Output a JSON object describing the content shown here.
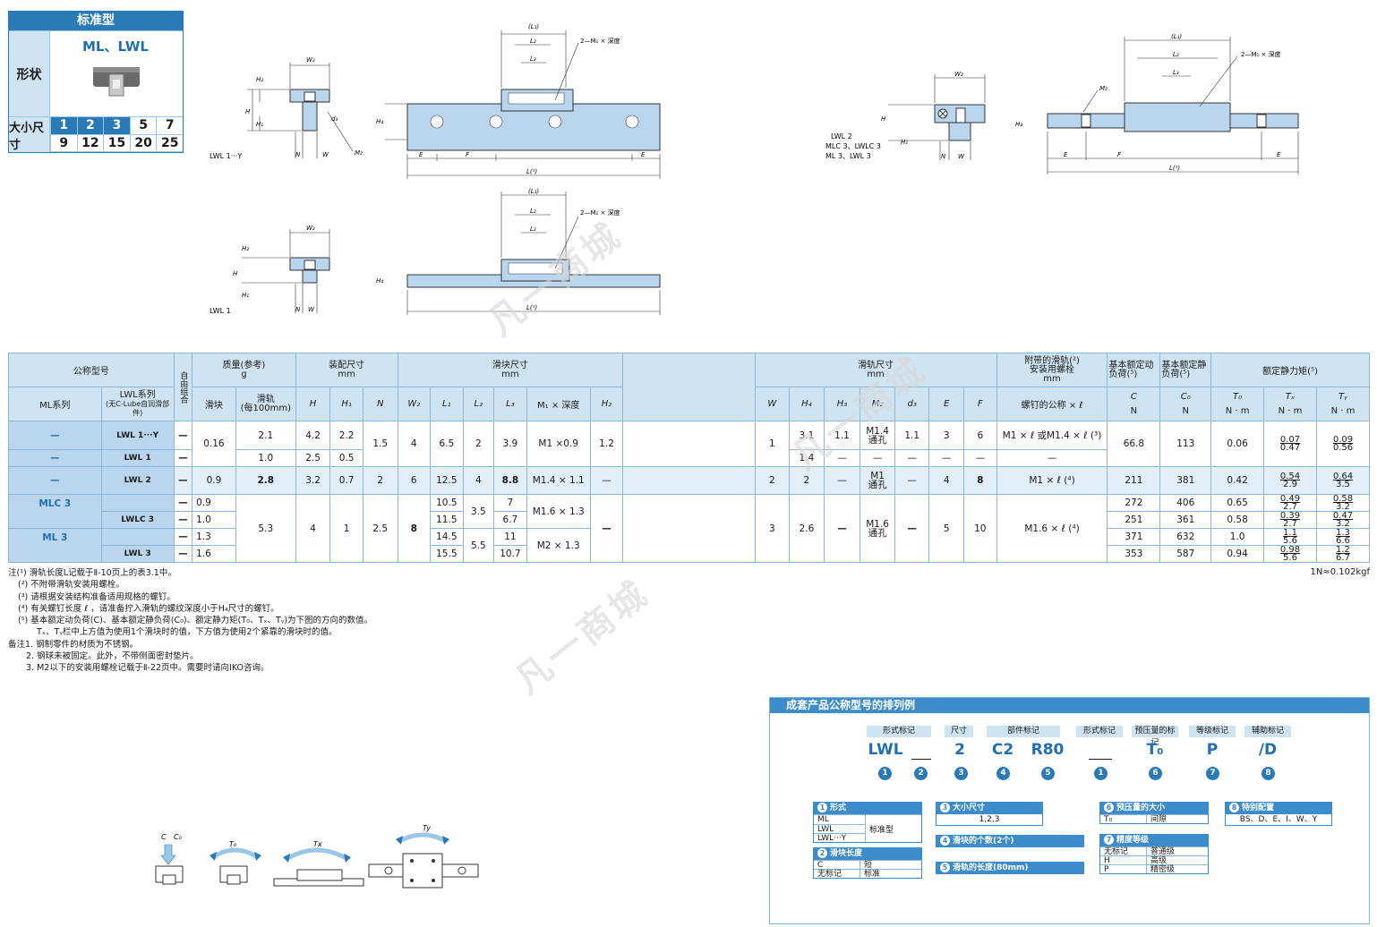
{
  "size_box": {
    "header": "标准型",
    "shape_label": "形状",
    "series": "ML、LWL",
    "size_label": "大小尺寸",
    "sizes_top": [
      "1",
      "2",
      "3",
      "5",
      "7"
    ],
    "sizes_bottom": [
      "9",
      "12",
      "15",
      "20",
      "25"
    ]
  },
  "drawings": {
    "cap_lwl_1y": "LWL 1···Y",
    "cap_lwl_1": "LWL 1",
    "cap_right_1": "LWL  2",
    "cap_right_2": "MLC 3、LWLC 3",
    "cap_right_3": "ML  3、LWL  3",
    "l1": "(L₁)",
    "l2": "L₂",
    "l3": "L₃",
    "m1_depth": "2—M₁ × 深度",
    "w2": "W₂",
    "w": "W",
    "n": "N",
    "h": "H",
    "h1": "H₁",
    "h2": "H₂",
    "h3": "H₃",
    "h4": "H₄",
    "d3": "d₃",
    "m2": "M₂",
    "e": "E",
    "f": "F",
    "l": "L(¹)",
    "cap_load_c": "C",
    "cap_load_c0": "C₀",
    "cap_t0": "T₀",
    "cap_tx": "Tx",
    "cap_ty": "Ty"
  },
  "table": {
    "h_model": "公称型号",
    "h_ml": "ML系列",
    "h_lwl": "LWL系列",
    "h_lwl_sub": "(无C-Lube自润滑部件)",
    "h_selfalign": "自由组合",
    "h_mass": "质量(参考)",
    "h_mass_unit": "g",
    "h_block": "滑块",
    "h_rail": "滑轨",
    "h_rail_sub": "(每100mm)",
    "h_assembly": "装配尺寸",
    "h_assembly_unit": "mm",
    "h_block_dim": "滑块尺寸",
    "h_block_unit": "mm",
    "h_rail_dim": "滑轨尺寸",
    "h_rail_unit": "mm",
    "h_bolt": "附带的滑轨(²)",
    "h_bolt2": "安装用螺栓",
    "h_bolt_unit": "mm",
    "h_bolt_spec": "螺钉的公称 × ℓ",
    "h_dyn": "基本额定动",
    "h_dyn2": "负荷(⁵)",
    "h_sta": "基本额定静",
    "h_sta2": "负荷(⁵)",
    "h_moment": "额定静力矩(⁵)",
    "c_H": "H",
    "c_H1": "H₁",
    "c_N": "N",
    "c_W2": "W₂",
    "c_L1": "L₁",
    "c_L2": "L₂",
    "c_L3": "L₃",
    "c_M1": "M₁ × 深度",
    "c_H2": "H₂",
    "c_W": "W",
    "c_H4": "H₄",
    "c_H3": "H₃",
    "c_M2": "M₂",
    "c_d3": "d₃",
    "c_E": "E",
    "c_F": "F",
    "c_C": "C",
    "c_C0": "C₀",
    "c_T0": "T₀",
    "c_TX": "Tₓ",
    "c_TY": "Tᵧ",
    "u_N": "N",
    "u_N2": "N",
    "u_Nm1": "N · m",
    "u_Nm2": "N · m",
    "u_Nm3": "N · m",
    "r1": {
      "ml": "—",
      "lwl": "LWL  1···Y",
      "fa": "—",
      "mb": "0.16",
      "mr": "2.1",
      "H": "4.2",
      "H1": "2.2",
      "N": "1.5",
      "W2": "4",
      "L1": "6.5",
      "L2": "2",
      "L3": "3.9",
      "M1": "M1  ×0.9",
      "H2": "1.2",
      "W": "1",
      "H4": "3.1",
      "H3": "1.1",
      "M2": "M1.4",
      "M2s": "通孔",
      "d3": "1.1",
      "E": "3",
      "F": "6",
      "bolt": "M1 × ℓ 或M1.4 × ℓ (³)",
      "C": "66.8",
      "C0": "113",
      "T0": "0.06",
      "TX1": "0.07",
      "TX2": "0.47",
      "TY1": "0.09",
      "TY2": "0.56"
    },
    "r2": {
      "ml": "—",
      "lwl": "LWL   1",
      "fa": "—",
      "mr": "1.0",
      "H": "2.5",
      "H1": "0.5",
      "H4": "1.4",
      "H3": "—",
      "M2": "—",
      "d3": "—",
      "E": "—",
      "F": "—",
      "bolt": "—"
    },
    "r3": {
      "ml": "—",
      "lwl": "LWL   2",
      "fa": "—",
      "mb": "0.9",
      "mr": "2.8",
      "H": "3.2",
      "H1": "0.7",
      "N": "2",
      "W2": "6",
      "L1": "12.5",
      "L2": "4",
      "L3": "8.8",
      "M1": "M1.4 × 1.1",
      "H2": "—",
      "W": "2",
      "H4": "2",
      "H3": "—",
      "M2": "M1",
      "M2s": "通孔",
      "d3": "—",
      "E": "4",
      "F": "8",
      "bolt": "M1   × ℓ (⁴)",
      "C": "211",
      "C0": "381",
      "T0": "0.42",
      "TX1": "0.54",
      "TX2": "2.9",
      "TY1": "0.64",
      "TY2": "3.5"
    },
    "r4": {
      "ml": "MLC  3",
      "fa": "—",
      "mb": "0.9",
      "mr": "5.3",
      "H": "4",
      "H1": "1",
      "N": "2.5",
      "W2": "8",
      "L1": "10.5",
      "L2": "3.5",
      "L3": "7",
      "M1": "M1.6 × 1.3",
      "H2": "—",
      "W": "3",
      "H4": "2.6",
      "H3": "—",
      "M2": "M1.6",
      "M2s": "通孔",
      "d3": "—",
      "E": "5",
      "F": "10",
      "bolt": "M1.6 × ℓ (⁴)",
      "C": "272",
      "C0": "406",
      "T0": "0.65",
      "TX1": "0.49",
      "TX2": "2.7",
      "TY1": "0.58",
      "TY2": "3.2"
    },
    "r5": {
      "lwl": "LWLC 3",
      "fa": "—",
      "mb": "1.0",
      "L1": "11.5",
      "L3": "6.7",
      "C": "251",
      "C0": "361",
      "T0": "0.58",
      "TX1": "0.39",
      "TX2": "2.7",
      "TY1": "0.47",
      "TY2": "3.2"
    },
    "r6": {
      "ml": "ML     3",
      "fa": "—",
      "mb": "1.3",
      "L1": "14.5",
      "L2": "5.5",
      "L3": "11",
      "M1": "M2   × 1.3",
      "C": "371",
      "C0": "632",
      "T0": "1.0",
      "TX1": "1.1",
      "TX2": "5.6",
      "TY1": "1.3",
      "TY2": "6.6"
    },
    "r7": {
      "lwl": "LWL   3",
      "fa": "—",
      "mb": "1.6",
      "L1": "15.5",
      "L3": "10.7",
      "C": "353",
      "C0": "587",
      "T0": "0.94",
      "TX1": "0.98",
      "TX2": "5.6",
      "TY1": "1.2",
      "TY2": "6.7"
    }
  },
  "notes": {
    "n1": "注(¹)   滑轨长度L记载于Ⅱ-10页上的表3.1中。",
    "n2": "(²)   不附带滑轨安装用螺栓。",
    "n3": "(³)   请根据安装结构准备适用规格的螺钉。",
    "n4": "(⁴)   有关螺钉长度 ℓ ，请准备拧入滑轨的螺纹深度小于H₄尺寸的螺钉。",
    "n5": "(⁵)   基本额定动负荷(C)、基本额定静负荷(C₀)、额定静力矩(T₀、Tₓ、Tᵧ)为下图的方向的数值。",
    "n5b": "Tₓ、Tᵧ栏中上方值为使用1个滑块时的值，下方值为使用2个紧靠的滑块时的值。",
    "r1": "备注1. 钢制零件的材质为不锈钢。",
    "r2": "2. 钢球未被固定。此外，不带侧面密封垫片。",
    "r3": "3. M2以下的安装用螺栓记载于Ⅱ-22页中。需要时请向IKO咨询。",
    "unit": "1N≈0.102kgf"
  },
  "order": {
    "title": "成套产品公称型号的排列例",
    "tag1": "形式标记",
    "tag2": "尺寸",
    "tag3": "部件标记",
    "tag4": "形式标记",
    "tag5": "预压量的标记",
    "tag6": "等级标记",
    "tag7": "辅助标记",
    "code1": "LWL",
    "code2": "2",
    "code3": "C2",
    "code4": "R80",
    "code5": "T₀",
    "code6": "P",
    "code7": "/D",
    "nums": [
      "1",
      "2",
      "3",
      "4",
      "5",
      "1",
      "6",
      "7",
      "8"
    ],
    "b1_title": "形式",
    "b1_r1": "ML",
    "b1_r2": "LWL",
    "b1_r3": "LWL···Y",
    "b1_v": "标准型",
    "b2_title": "滑块长度",
    "b2_r1k": "C",
    "b2_r1v": "短",
    "b2_r2k": "无标记",
    "b2_r2v": "标准",
    "b3_title": "大小尺寸",
    "b3_v": "1,2,3",
    "b4_title": "滑块的个数(2个)",
    "b5_title": "滑轨的长度(80mm)",
    "b6_title": "预压量的大小",
    "b6_k": "T₀",
    "b6_v": "间隙",
    "b7_title": "精度等级",
    "b7_r1k": "无标记",
    "b7_r1v": "普通级",
    "b7_r2k": "H",
    "b7_r2v": "高级",
    "b7_r3k": "P",
    "b7_r3v": "精密级",
    "b8_title": "特别配置",
    "b8_v": "BS、D、E、Ⅰ、W、Y",
    "d2": "2",
    "d1": "1",
    "d3": "3",
    "d4": "4",
    "d5": "5",
    "d6": "6",
    "d7": "7",
    "d8": "8"
  },
  "watermark": "凡一商城",
  "colors": {
    "accent": "#2a7ab8",
    "light": "#cfe4f3",
    "rail": "#b9d6ee"
  }
}
